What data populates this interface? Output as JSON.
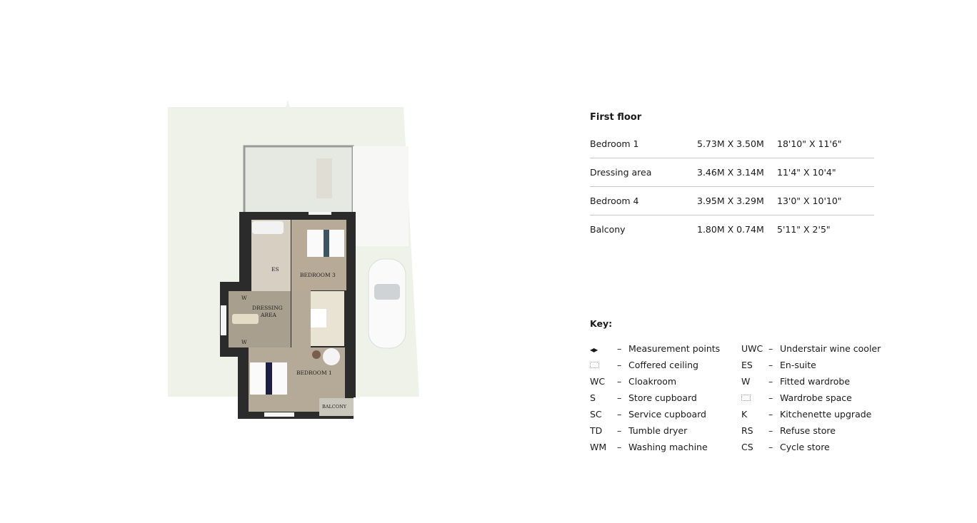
{
  "schedule": {
    "title": "First floor",
    "rooms": [
      {
        "name": "Bedroom 1",
        "metric": "5.73M X 3.50M",
        "imperial": "18'10\" X 11'6\""
      },
      {
        "name": "Dressing area",
        "metric": "3.46M X 3.14M",
        "imperial": "11'4\" X 10'4\""
      },
      {
        "name": "Bedroom 4",
        "metric": "3.95M X 3.29M",
        "imperial": "13'0\" X 10'10\""
      },
      {
        "name": "Balcony",
        "metric": "1.80M X 0.74M",
        "imperial": "5'11\" X 2'5\""
      }
    ]
  },
  "key": {
    "title": "Key:",
    "left": [
      {
        "abbr": "",
        "icon": "measurement-arrows",
        "label": "Measurement points"
      },
      {
        "abbr": "",
        "icon": "dotted-box",
        "label": "Coffered ceiling"
      },
      {
        "abbr": "WC",
        "label": "Cloakroom"
      },
      {
        "abbr": "S",
        "label": "Store cupboard"
      },
      {
        "abbr": "SC",
        "label": "Service cupboard"
      },
      {
        "abbr": "TD",
        "label": "Tumble dryer"
      },
      {
        "abbr": "WM",
        "label": "Washing machine"
      }
    ],
    "right": [
      {
        "abbr": "UWC",
        "label": "Understair wine cooler"
      },
      {
        "abbr": "ES",
        "label": "En-suite"
      },
      {
        "abbr": "W",
        "label": "Fitted wardrobe"
      },
      {
        "abbr": "",
        "icon": "dotted-box",
        "label": "Wardrobe space"
      },
      {
        "abbr": "K",
        "label": "Kitchenette upgrade"
      },
      {
        "abbr": "RS",
        "label": "Refuse store"
      },
      {
        "abbr": "CS",
        "label": "Cycle store"
      }
    ],
    "dash": "–"
  },
  "plan": {
    "labels": {
      "es": "ES",
      "bedroom3": "BEDROOM 3",
      "dressing1": "DRESSING",
      "dressing2": "AREA",
      "bedroom1": "BEDROOM 1",
      "balcony": "BALCONY",
      "w": "W"
    },
    "colors": {
      "wall": "#2b2b2b",
      "site": "#eef2e9",
      "floor": "#b5aa97"
    }
  }
}
